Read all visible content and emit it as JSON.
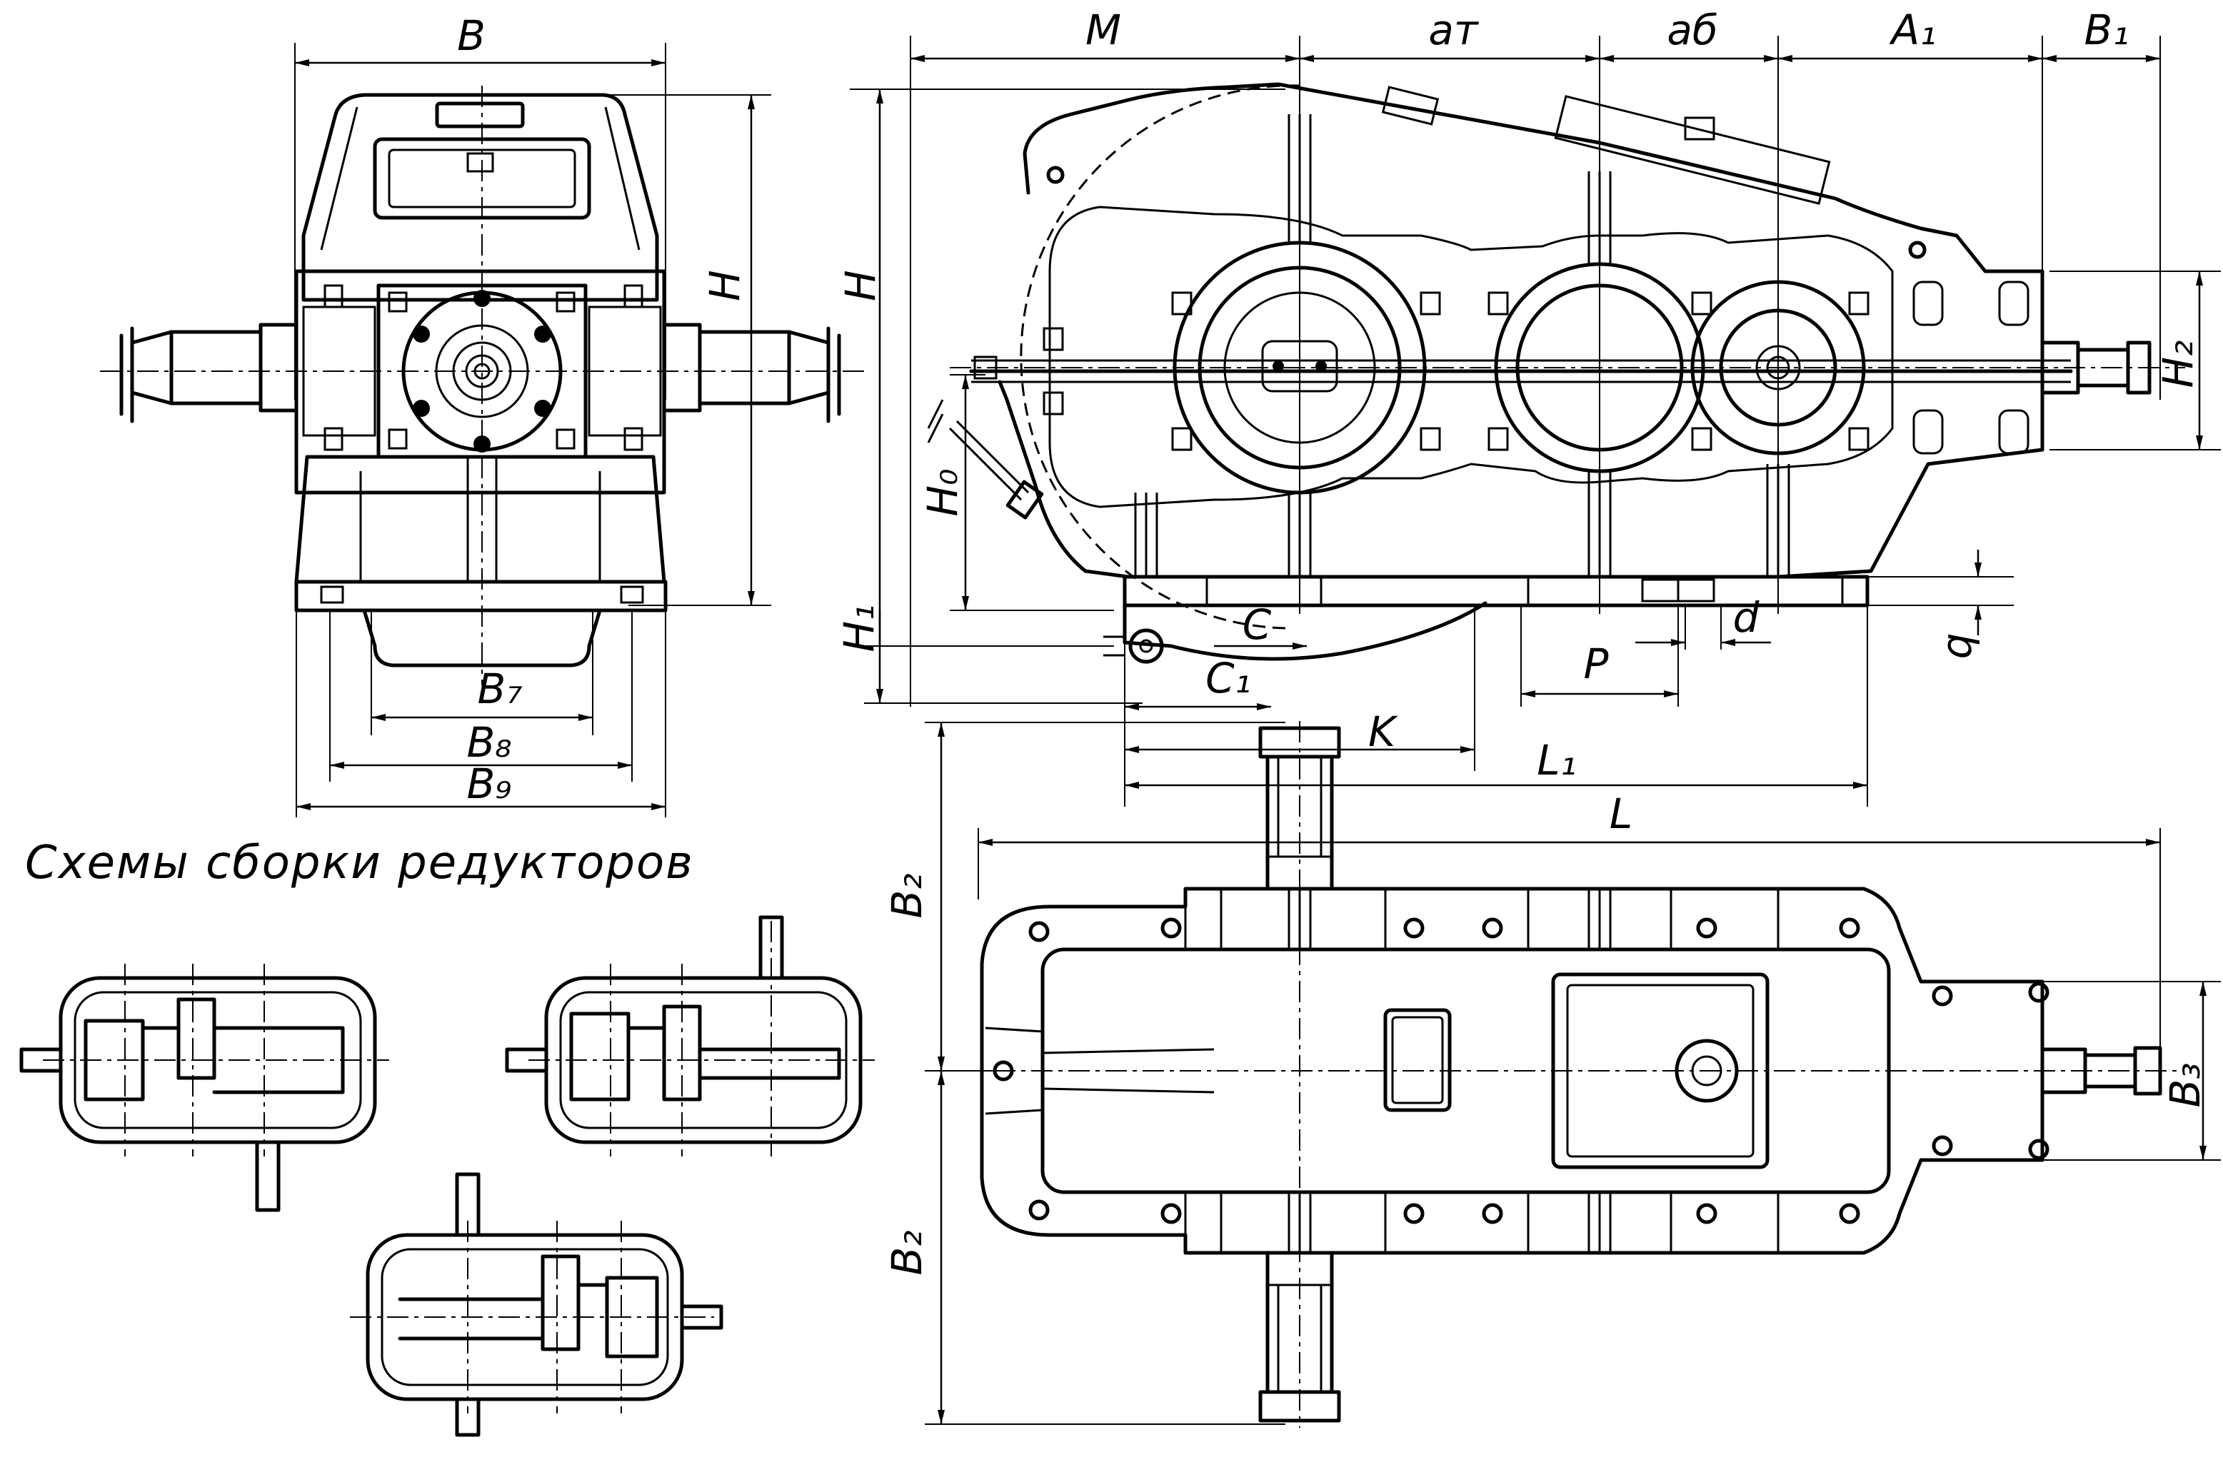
{
  "title": "Схемы сборки редукторов",
  "labels": {
    "B": "B",
    "H": "H",
    "H_side": "H",
    "B7": "B₇",
    "B8": "B₈",
    "B9": "B₉",
    "M": "M",
    "aT": "aт",
    "ab": "aб",
    "A1": "A₁",
    "B1": "B₁",
    "H2": "H₂",
    "H0": "H₀",
    "H1": "H₁",
    "C": "C",
    "C1": "C₁",
    "P": "P",
    "d": "d",
    "q": "q",
    "K": "K",
    "L1": "L₁",
    "L": "L",
    "B2_top": "B₂",
    "B2_bottom": "B₂",
    "B3": "B₃"
  }
}
